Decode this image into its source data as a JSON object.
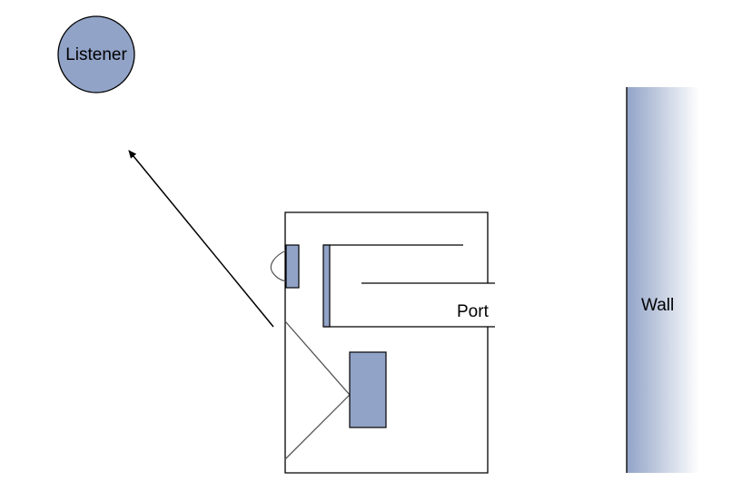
{
  "diagram": {
    "listener_label": "Listener",
    "port_label": "Port",
    "wall_label": "Wall"
  },
  "colors": {
    "fill_blue": "#91a3c7",
    "wall_fade": "#ffffff",
    "stroke": "#000000",
    "guide_line": "#555555"
  }
}
